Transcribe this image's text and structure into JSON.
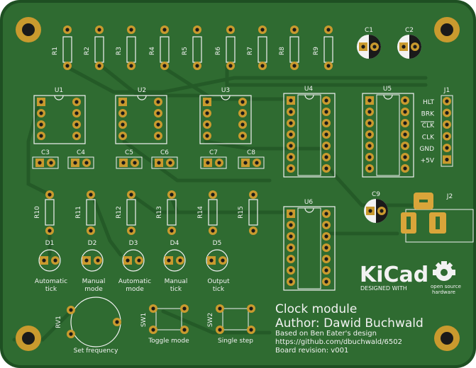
{
  "colors": {
    "board": "#2f6b31",
    "board_edge": "#1e4f22",
    "trace": "#245a27",
    "copper": "#c99a2e",
    "hole": "#1a1a1a",
    "silk": "#f2f2f2",
    "pad_light": "#d9a53a"
  },
  "resistors": [
    "R1",
    "R2",
    "R3",
    "R4",
    "R5",
    "R6",
    "R7",
    "R8",
    "R9",
    "R10",
    "R11",
    "R12",
    "R13",
    "R14",
    "R15"
  ],
  "ics": [
    "U1",
    "U2",
    "U3",
    "U4",
    "U5",
    "U6"
  ],
  "capacitors": [
    "C3",
    "C4",
    "C5",
    "C6",
    "C7",
    "C8"
  ],
  "electrolytics": [
    "C1",
    "C2",
    "C9"
  ],
  "connectors": {
    "j1": "J1",
    "j2": "J2"
  },
  "leds": [
    {
      "ref": "D1",
      "label1": "Automatic",
      "label2": "tick"
    },
    {
      "ref": "D2",
      "label1": "Manual",
      "label2": "mode"
    },
    {
      "ref": "D3",
      "label1": "Automatic",
      "label2": "mode"
    },
    {
      "ref": "D4",
      "label1": "Manual",
      "label2": "tick"
    },
    {
      "ref": "D5",
      "label1": "Output",
      "label2": "tick"
    }
  ],
  "j1_pins": [
    "HLT",
    "BRK",
    "CLK",
    "CLK",
    "GND",
    "+5V"
  ],
  "pot": {
    "ref": "RV1",
    "label": "Set frequency"
  },
  "switches": [
    {
      "ref": "SW1",
      "label": "Toggle mode"
    },
    {
      "ref": "SW2",
      "label": "Single step"
    }
  ],
  "info": {
    "title": "Clock module",
    "author": "Author: Dawid Buchwald",
    "line1": "Based on Ben Eater's design",
    "line2": "https://github.com/dbuchwald/6502",
    "line3": "Board revision: v001"
  },
  "logos": {
    "kicad": "KiCad",
    "kicad_sub": "DESIGNED WITH",
    "osh1": "open source",
    "osh2": "hardware"
  }
}
